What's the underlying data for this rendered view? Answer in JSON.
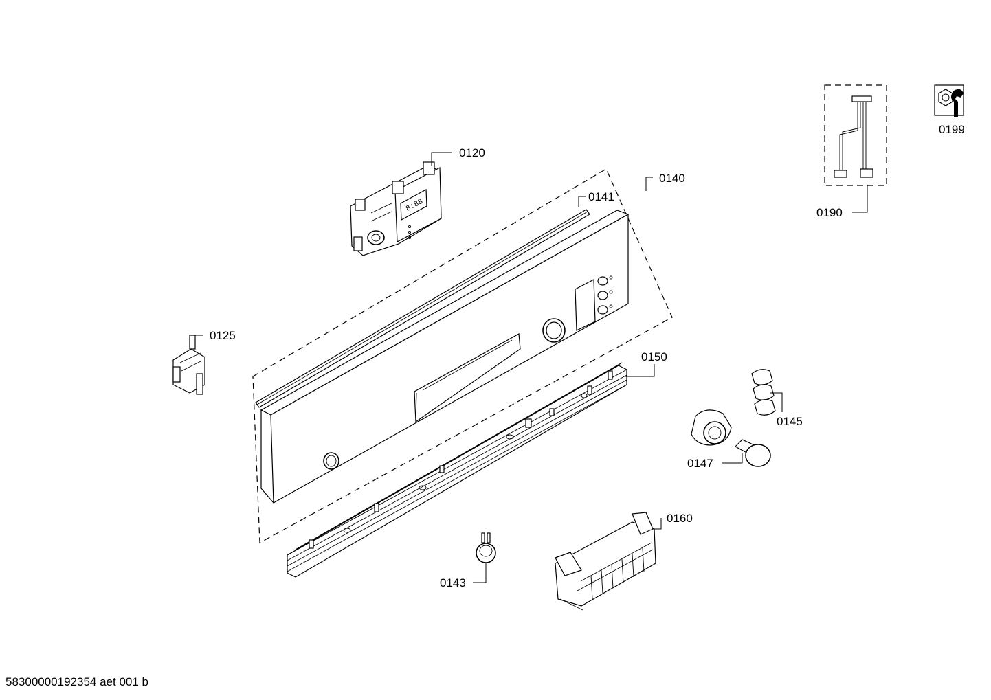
{
  "diagram": {
    "parts": [
      {
        "id": "p0120",
        "label": "0120"
      },
      {
        "id": "p0125",
        "label": "0125"
      },
      {
        "id": "p0140",
        "label": "0140"
      },
      {
        "id": "p0141",
        "label": "0141"
      },
      {
        "id": "p0143",
        "label": "0143"
      },
      {
        "id": "p0145",
        "label": "0145"
      },
      {
        "id": "p0147",
        "label": "0147"
      },
      {
        "id": "p0150",
        "label": "0150"
      },
      {
        "id": "p0160",
        "label": "0160"
      },
      {
        "id": "p0190",
        "label": "0190"
      },
      {
        "id": "p0199",
        "label": "0199"
      }
    ],
    "display_text": "8:88",
    "footer": "58300000192354 aet 001 b"
  }
}
